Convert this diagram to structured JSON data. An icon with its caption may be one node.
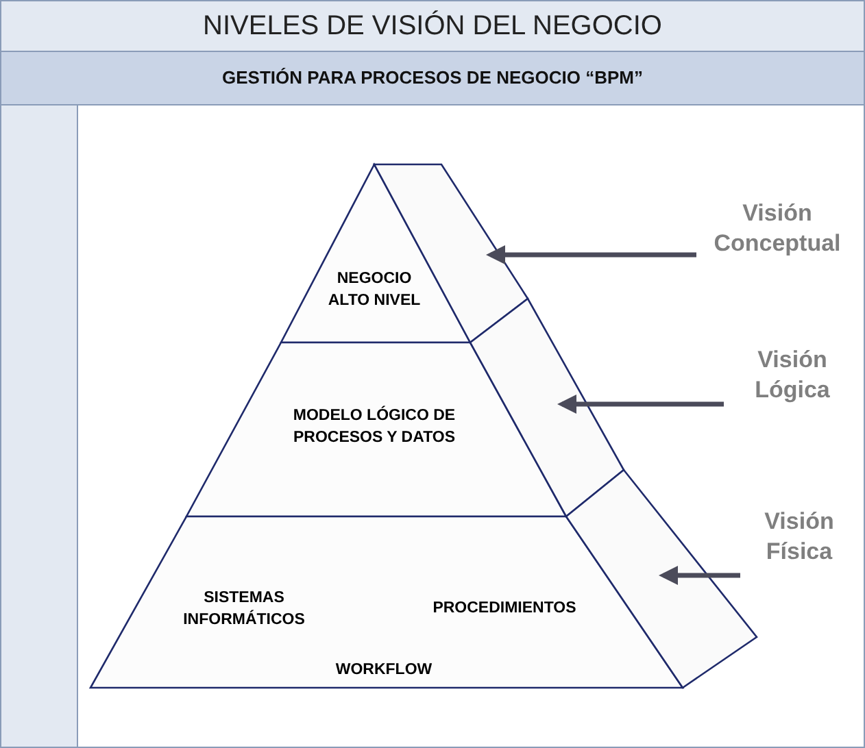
{
  "diagram": {
    "title": "NIVELES DE VISIÓN DEL NEGOCIO",
    "nodes": [
      {
        "text": [
          "NEGOCIO ALTO NIVEL"
        ]
      },
      {
        "text": [
          "MODELO LÓGICO DE PROCESOS Y DATOS"
        ]
      },
      {
        "text": [
          "SISTEMAS INFORMÁTICOS",
          "PROCEDIMIENTOS",
          "WORKFLOW"
        ]
      },
      {
        "text": [],
        "shape": "box"
      },
      {
        "text": [],
        "shape": "box"
      },
      {
        "text": [],
        "shape": "box"
      },
      {
        "text": [
          "Visión Conceptual"
        ]
      },
      {
        "text": [
          "Visión Lógica"
        ]
      },
      {
        "text": [
          "Visión Física"
        ]
      }
    ],
    "edges": [
      {
        "from": 6,
        "to": 3,
        "arrow": "to"
      },
      {
        "from": 7,
        "to": 4,
        "arrow": "to"
      },
      {
        "from": 8,
        "to": 5,
        "arrow": "to"
      }
    ],
    "labels": [
      "GESTIÓN PARA PROCESOS DE NEGOCIO “BPM”"
    ]
  }
}
